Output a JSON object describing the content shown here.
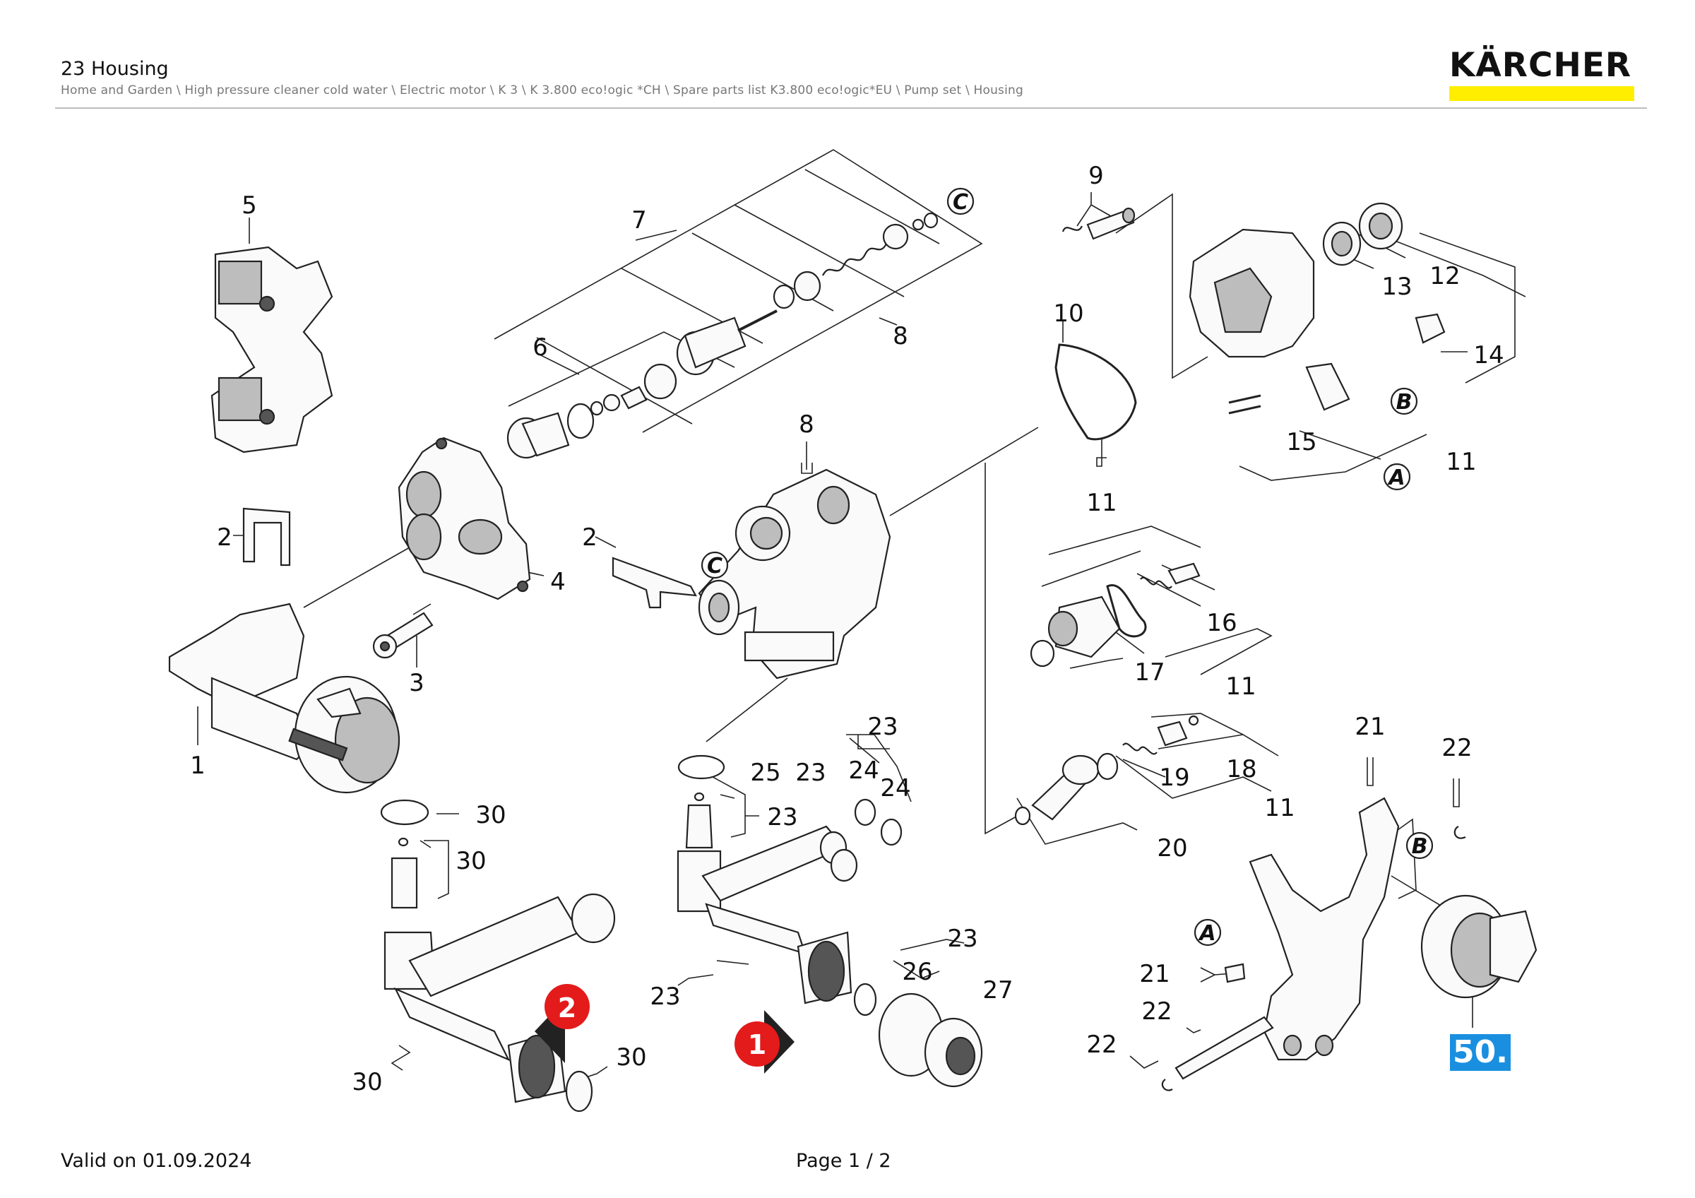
{
  "header": {
    "title": "23 Housing",
    "breadcrumb": "Home and Garden \\ High pressure cleaner cold water \\ Electric motor \\ K 3 \\ K 3.800 eco!ogic *CH \\ Spare parts list K3.800 eco!ogic*EU \\ Pump set \\ Housing",
    "logo_text": "KÄRCHER",
    "logo_accent_color": "#ffee00"
  },
  "footer": {
    "valid": "Valid on 01.09.2024",
    "page": "Page 1 / 2"
  },
  "badge": "50.",
  "markers": {
    "one": "1",
    "two": "2",
    "color": "#e31b1b"
  },
  "callouts": {
    "A": "A",
    "B": "B",
    "C": "C"
  },
  "parts": {
    "p1": "1",
    "p2": "2",
    "p3": "3",
    "p4": "4",
    "p5": "5",
    "p6": "6",
    "p7": "7",
    "p8": "8",
    "p9": "9",
    "p10": "10",
    "p11": "11",
    "p12": "12",
    "p13": "13",
    "p14": "14",
    "p15": "15",
    "p16": "16",
    "p17": "17",
    "p18": "18",
    "p19": "19",
    "p20": "20",
    "p21": "21",
    "p22": "22",
    "p23": "23",
    "p24": "24",
    "p25": "25",
    "p26": "26",
    "p27": "27",
    "p30": "30"
  }
}
